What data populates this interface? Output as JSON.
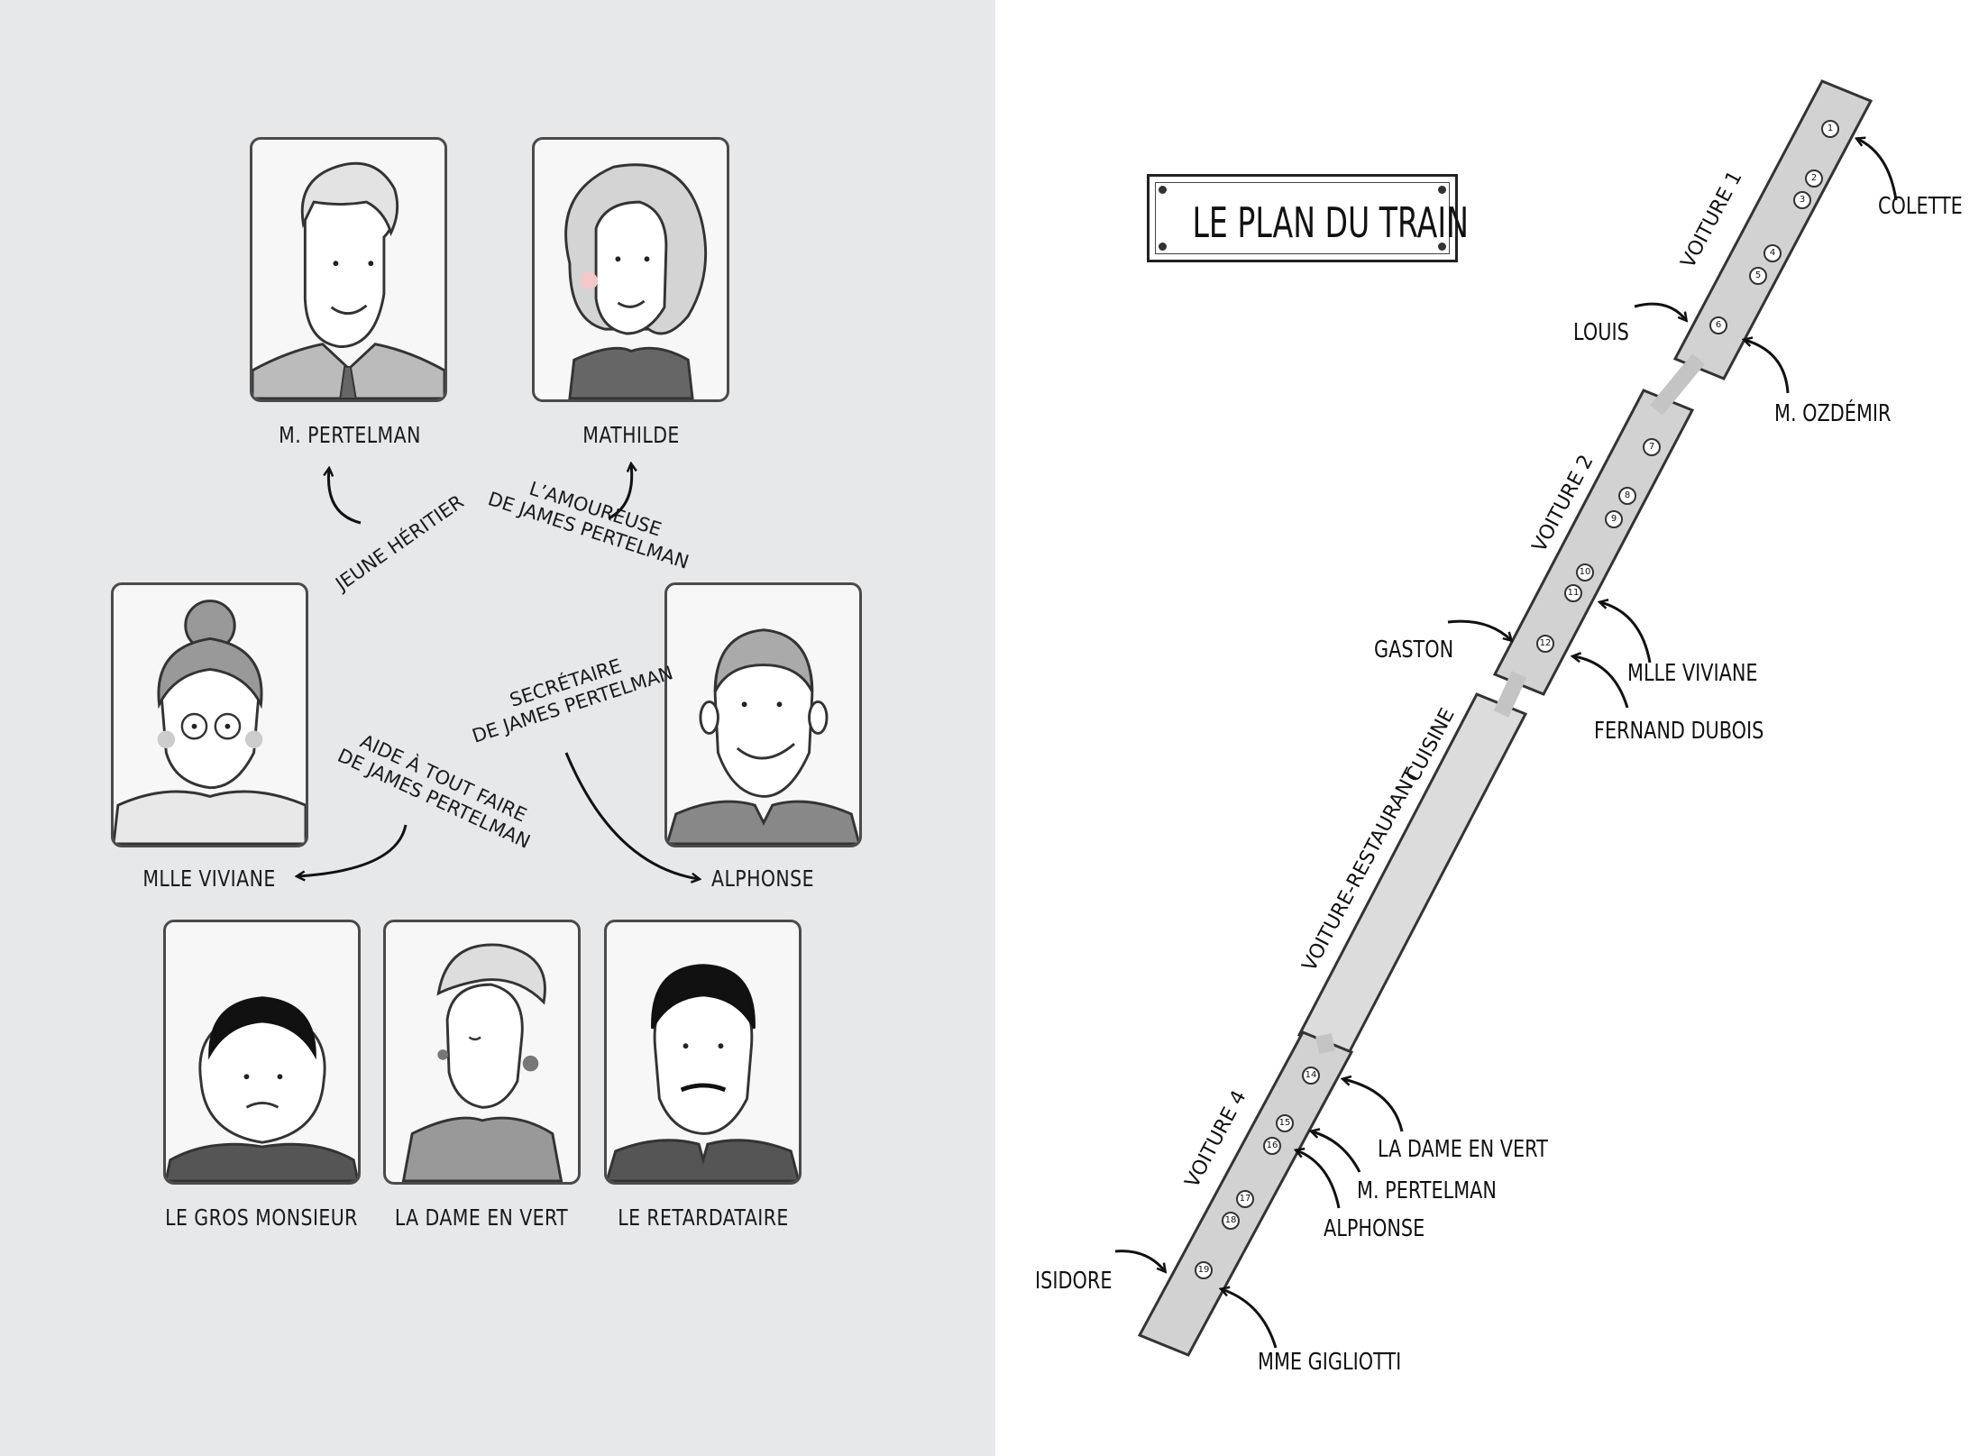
{
  "characters": {
    "pertelman": "M. PERTELMAN",
    "mathilde": "MATHILDE",
    "viviane": "MLLE VIVIANE",
    "alphonse": "ALPHONSE",
    "gros_monsieur": "LE GROS MONSIEUR",
    "dame_en_vert": "LA DAME EN VERT",
    "retardataire": "LE RETARDATAIRE"
  },
  "relations": {
    "jeune_heritier": "JEUNE HÉRITIER",
    "amoureuse_line1": "L’AMOUREUSE",
    "amoureuse_line2": "DE JAMES PERTELMAN",
    "secretaire_line1": "SECRÉTAIRE",
    "secretaire_line2": "DE JAMES PERTELMAN",
    "aide_line1": "AIDE À TOUT FAIRE",
    "aide_line2": "DE JAMES PERTELMAN"
  },
  "train_plan": {
    "title": "LE PLAN DU TRAIN",
    "cars": {
      "voiture1": "VOITURE 1",
      "voiture2": "VOITURE 2",
      "cuisine": "CUISINE",
      "restaurant": "VOITURE-RESTAURANT",
      "voiture4": "VOITURE 4"
    },
    "passengers": {
      "colette": "COLETTE",
      "louis": "LOUIS",
      "ozdemir": "M. OZDÉMIR",
      "gaston": "GASTON",
      "viviane": "MLLE VIVIANE",
      "fernand": "FERNAND DUBOIS",
      "dame_en_vert": "LA DAME EN VERT",
      "pertelman": "M. PERTELMAN",
      "alphonse": "ALPHONSE",
      "isidore": "ISIDORE",
      "gigliotti": "MME GIGLIOTTI"
    },
    "compartments": [
      "1",
      "2",
      "3",
      "4",
      "5",
      "6",
      "7",
      "8",
      "9",
      "10",
      "11",
      "12",
      "14",
      "15",
      "16",
      "17",
      "18",
      "19"
    ]
  }
}
